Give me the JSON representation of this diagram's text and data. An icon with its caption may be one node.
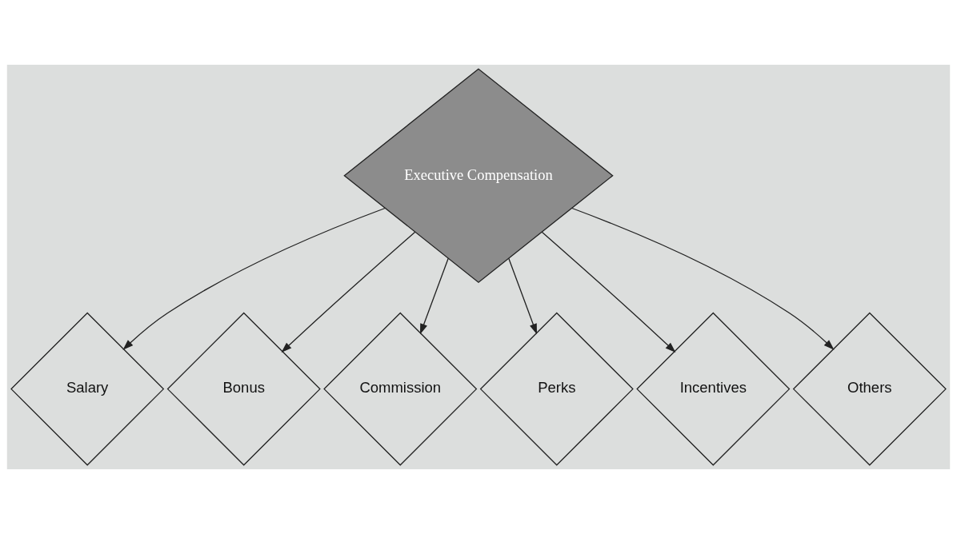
{
  "diagram": {
    "nodes": [
      {
        "text": [
          "Executive Compensation"
        ]
      },
      {
        "text": [
          "Salary"
        ]
      },
      {
        "text": [
          "Bonus"
        ]
      },
      {
        "text": [
          "Commission"
        ]
      },
      {
        "text": [
          "Perks"
        ]
      },
      {
        "text": [
          "Incentives"
        ]
      },
      {
        "text": [
          "Others"
        ]
      }
    ],
    "edges": [
      {
        "from": 0,
        "to": 1,
        "arrow": "to"
      },
      {
        "from": 0,
        "to": 2,
        "arrow": "to"
      },
      {
        "from": 0,
        "to": 3,
        "arrow": "to"
      },
      {
        "from": 0,
        "to": 4,
        "arrow": "to"
      },
      {
        "from": 0,
        "to": 5,
        "arrow": "to"
      },
      {
        "from": 0,
        "to": 6,
        "arrow": "to"
      }
    ]
  }
}
